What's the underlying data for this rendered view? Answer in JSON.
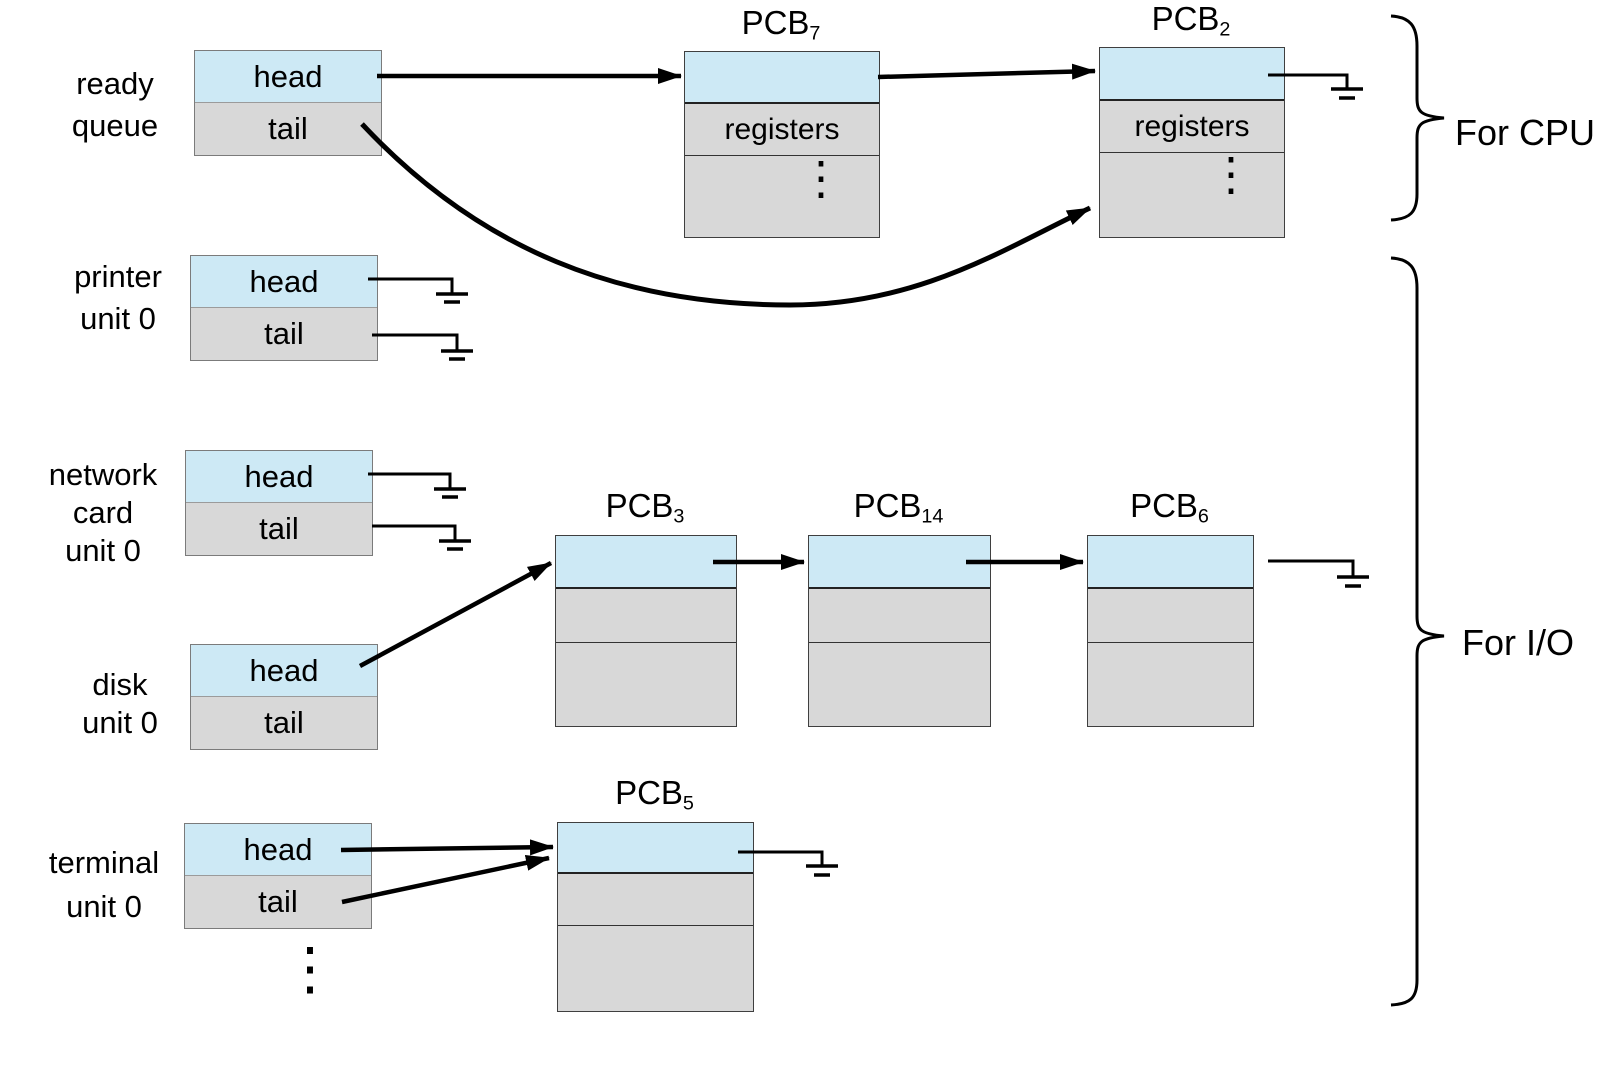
{
  "colors": {
    "row_blue": "#cde9f5",
    "row_gray": "#d8d8d8",
    "line_black": "#000000"
  },
  "labels": {
    "for_cpu": "For CPU",
    "for_io": "For I/O",
    "ellipsis": "⋮"
  },
  "queues": [
    {
      "lines": [
        "ready",
        "queue"
      ],
      "head": "head",
      "tail": "tail"
    },
    {
      "lines": [
        "printer",
        "unit 0"
      ],
      "head": "head",
      "tail": "tail"
    },
    {
      "lines": [
        "network",
        "card",
        "unit 0"
      ],
      "head": "head",
      "tail": "tail"
    },
    {
      "lines": [
        "disk",
        "unit 0"
      ],
      "head": "head",
      "tail": "tail"
    },
    {
      "lines": [
        "terminal",
        "unit 0"
      ],
      "head": "head",
      "tail": "tail"
    }
  ],
  "pcbs": [
    {
      "name": "PCB",
      "sub": "7",
      "registers": "registers"
    },
    {
      "name": "PCB",
      "sub": "2",
      "registers": "registers"
    },
    {
      "name": "PCB",
      "sub": "3"
    },
    {
      "name": "PCB",
      "sub": "14"
    },
    {
      "name": "PCB",
      "sub": "6"
    },
    {
      "name": "PCB",
      "sub": "5"
    }
  ]
}
